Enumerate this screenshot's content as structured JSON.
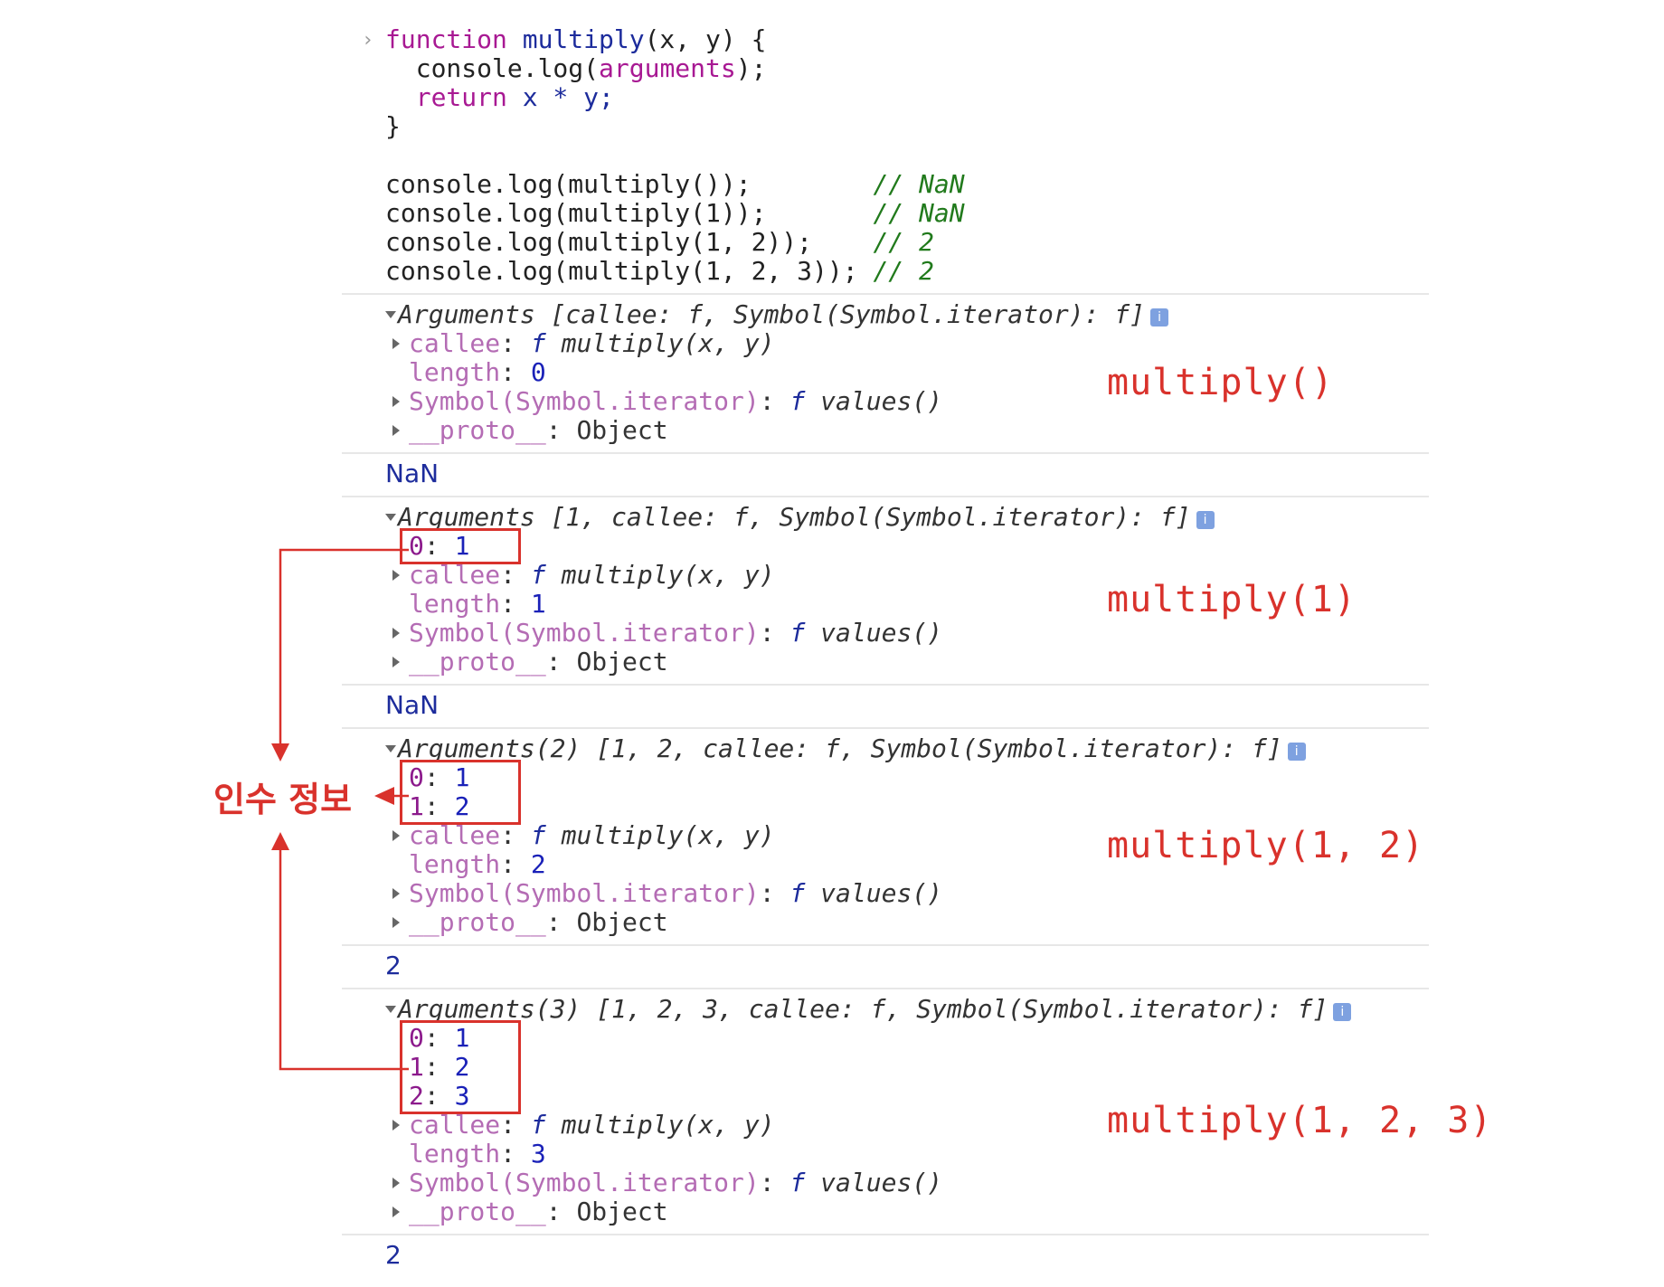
{
  "code": {
    "prompt_glyph": "›",
    "line1_kw": "function",
    "line1_name": " multiply",
    "line1_params": "(x, y) {",
    "line2_obj": "  console.log(",
    "line2_arg": "arguments",
    "line2_end": ");",
    "line3_kw": "  return",
    "line3_rest": " x * y;",
    "line4": "}",
    "calls": [
      {
        "code": "console.log(multiply());",
        "comment": "// NaN"
      },
      {
        "code": "console.log(multiply(1));",
        "comment": "// NaN"
      },
      {
        "code": "console.log(multiply(1, 2));",
        "comment": "// 2"
      },
      {
        "code": "console.log(multiply(1, 2, 3));",
        "comment": "// 2"
      }
    ]
  },
  "outputs": [
    {
      "header": "Arguments [callee: f, Symbol(Symbol.iterator): f]",
      "indices": [],
      "callee_key": "callee",
      "callee_val_kw": "f",
      "callee_val": " multiply(x, y)",
      "length_key": "length",
      "length_val": "0",
      "symbol_key": "Symbol(Symbol.iterator)",
      "symbol_val_kw": "f",
      "symbol_val": " values()",
      "proto_key": "__proto__",
      "proto_val": "Object",
      "result": "NaN",
      "call_label": "multiply()"
    },
    {
      "header": "Arguments [1, callee: f, Symbol(Symbol.iterator): f]",
      "indices": [
        {
          "k": "0",
          "v": "1"
        }
      ],
      "callee_key": "callee",
      "callee_val_kw": "f",
      "callee_val": " multiply(x, y)",
      "length_key": "length",
      "length_val": "1",
      "symbol_key": "Symbol(Symbol.iterator)",
      "symbol_val_kw": "f",
      "symbol_val": " values()",
      "proto_key": "__proto__",
      "proto_val": "Object",
      "result": "NaN",
      "call_label": "multiply(1)"
    },
    {
      "header": "Arguments(2) [1, 2, callee: f, Symbol(Symbol.iterator): f]",
      "indices": [
        {
          "k": "0",
          "v": "1"
        },
        {
          "k": "1",
          "v": "2"
        }
      ],
      "callee_key": "callee",
      "callee_val_kw": "f",
      "callee_val": " multiply(x, y)",
      "length_key": "length",
      "length_val": "2",
      "symbol_key": "Symbol(Symbol.iterator)",
      "symbol_val_kw": "f",
      "symbol_val": " values()",
      "proto_key": "__proto__",
      "proto_val": "Object",
      "result": "2",
      "call_label": "multiply(1, 2)"
    },
    {
      "header": "Arguments(3) [1, 2, 3, callee: f, Symbol(Symbol.iterator): f]",
      "indices": [
        {
          "k": "0",
          "v": "1"
        },
        {
          "k": "1",
          "v": "2"
        },
        {
          "k": "2",
          "v": "3"
        }
      ],
      "callee_key": "callee",
      "callee_val_kw": "f",
      "callee_val": " multiply(x, y)",
      "length_key": "length",
      "length_val": "3",
      "symbol_key": "Symbol(Symbol.iterator)",
      "symbol_val_kw": "f",
      "symbol_val": " values()",
      "proto_key": "__proto__",
      "proto_val": "Object",
      "result": "2",
      "call_label": "multiply(1, 2, 3)"
    }
  ],
  "info_icon_glyph": "i",
  "annotation": {
    "label": "인수 정보"
  },
  "colors": {
    "accent_red": "#d9322c",
    "keyword": "#a81993",
    "number": "#1a21b8",
    "comment": "#217a1c"
  }
}
